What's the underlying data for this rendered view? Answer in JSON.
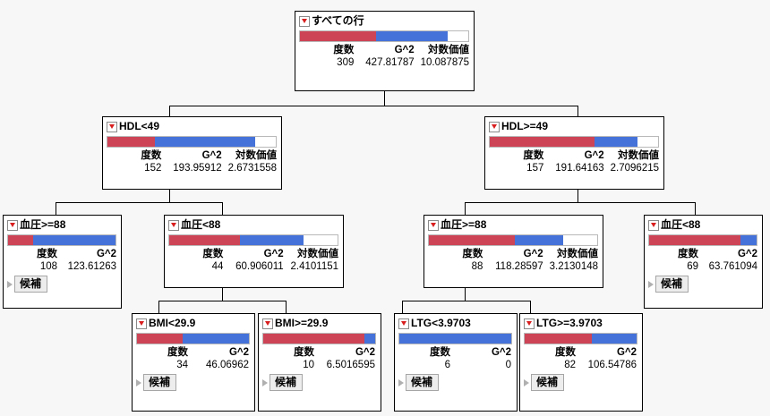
{
  "diagram": {
    "type": "decision-tree",
    "icons": {
      "dropdown": "caret-down-icon",
      "disclosure": "disclosure-triangle-icon"
    },
    "colors": {
      "red": "#cd4456",
      "blue": "#4472d8",
      "bar_border": "#b9b9b9",
      "node_border": "#000000",
      "canvas": "#f7f7f7",
      "button_face": "#ededed"
    },
    "labels": {
      "count": "度数",
      "g2": "G^2",
      "logworth": "対数価値",
      "candidate": "候補"
    },
    "nodes": [
      {
        "id": "root",
        "title": "すべての行",
        "count": "309",
        "g2": "427.81787",
        "logworth": "10.087875",
        "has_logworth": true,
        "has_candidate": false,
        "bar": {
          "red_pct": 45,
          "blue_pct": 43
        }
      },
      {
        "id": "hdl-lt-49",
        "title": "HDL<49",
        "count": "152",
        "g2": "193.95912",
        "logworth": "2.6731558",
        "has_logworth": true,
        "has_candidate": false,
        "bar": {
          "red_pct": 28,
          "blue_pct": 60
        }
      },
      {
        "id": "hdl-ge-49",
        "title": "HDL>=49",
        "count": "157",
        "g2": "191.64163",
        "logworth": "2.7096215",
        "has_logworth": true,
        "has_candidate": false,
        "bar": {
          "red_pct": 62,
          "blue_pct": 26
        }
      },
      {
        "id": "bp-ge-88-left",
        "title": "血圧>=88",
        "count": "108",
        "g2": "123.61263",
        "logworth": "",
        "has_logworth": false,
        "has_candidate": true,
        "bar": {
          "red_pct": 23,
          "blue_pct": 77
        }
      },
      {
        "id": "bp-lt-88-left",
        "title": "血圧<88",
        "count": "44",
        "g2": "60.906011",
        "logworth": "2.4101151",
        "has_logworth": true,
        "has_candidate": false,
        "bar": {
          "red_pct": 42,
          "blue_pct": 38
        }
      },
      {
        "id": "bp-ge-88-right",
        "title": "血圧>=88",
        "count": "88",
        "g2": "118.28597",
        "logworth": "3.2130148",
        "has_logworth": true,
        "has_candidate": false,
        "bar": {
          "red_pct": 51,
          "blue_pct": 29
        }
      },
      {
        "id": "bp-lt-88-right",
        "title": "血圧<88",
        "count": "69",
        "g2": "63.761094",
        "logworth": "",
        "has_logworth": false,
        "has_candidate": true,
        "bar": {
          "red_pct": 85,
          "blue_pct": 15
        }
      },
      {
        "id": "bmi-lt-29-9",
        "title": "BMI<29.9",
        "count": "34",
        "g2": "46.06962",
        "logworth": "",
        "has_logworth": false,
        "has_candidate": true,
        "bar": {
          "red_pct": 41,
          "blue_pct": 59
        }
      },
      {
        "id": "bmi-ge-29-9",
        "title": "BMI>=29.9",
        "count": "10",
        "g2": "6.5016595",
        "logworth": "",
        "has_logworth": false,
        "has_candidate": true,
        "bar": {
          "red_pct": 90,
          "blue_pct": 10
        }
      },
      {
        "id": "ltg-lt-3-9703",
        "title": "LTG<3.9703",
        "count": "6",
        "g2": "0",
        "logworth": "",
        "has_logworth": false,
        "has_candidate": true,
        "bar": {
          "red_pct": 0,
          "blue_pct": 100
        }
      },
      {
        "id": "ltg-ge-3-9703",
        "title": "LTG>=3.9703",
        "count": "82",
        "g2": "106.54786",
        "logworth": "",
        "has_logworth": false,
        "has_candidate": true,
        "bar": {
          "red_pct": 60,
          "blue_pct": 40
        }
      }
    ]
  }
}
